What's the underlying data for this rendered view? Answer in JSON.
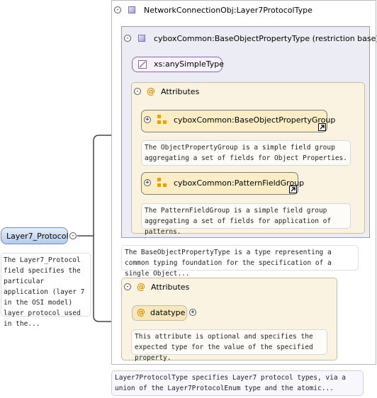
{
  "root": {
    "label": "Layer7_Protocol",
    "description": "The Layer7_Protocol field specifies the particular application (layer 7 in the OSI model) layer protocol used in the..."
  },
  "complex_type": {
    "label": "NetworkConnectionObj:Layer7ProtocolType",
    "description": "Layer7ProtocolType specifies Layer7 protocol types, via a union of the Layer7ProtocolEnum type and the atomic..."
  },
  "restriction": {
    "label": "cyboxCommon:BaseObjectPropertyType (restriction base)",
    "simple_type": "xs:anySimpleType",
    "description": "The BaseObjectPropertyType is a type representing a common typing foundation for the specification of a single Object...",
    "attributes_label": "Attributes",
    "groups": [
      {
        "label": "cyboxCommon:BaseObjectPropertyGroup",
        "description": "The ObjectPropertyGroup is a simple field group aggregating a set of fields for Object Properties."
      },
      {
        "label": "cyboxCommon:PatternFieldGroup",
        "description": "The PatternFieldGroup is a simple field group aggregating a set of fields for application of patterns."
      }
    ]
  },
  "attributes": {
    "label": "Attributes",
    "datatype_label": "datatype",
    "datatype_description": "This attribute is optional and specifies the expected type for the value of the specified property."
  },
  "symbols": {
    "collapse": "⊖",
    "expand": "⊕",
    "at": "@"
  },
  "colors": {
    "element_fill": "#c9d9ef",
    "attribute_fill": "#fbf3e2",
    "group_icon": "#e3a015",
    "type_fill": "#ececf4"
  }
}
